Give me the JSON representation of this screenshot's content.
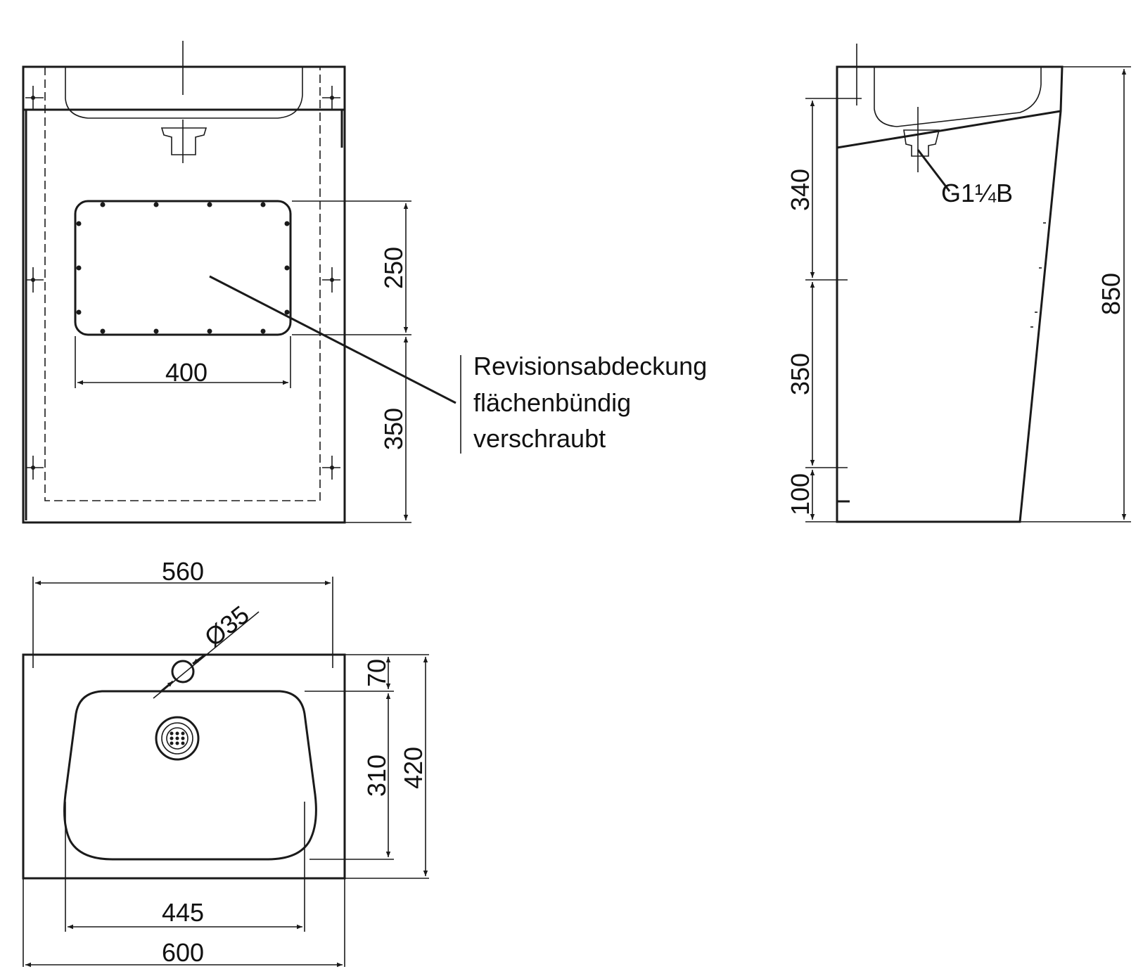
{
  "front_view": {
    "dim_opening_width": "400",
    "dim_opening_height": "250",
    "dim_lower_height": "350"
  },
  "annotation": {
    "line1": "Revisionsabdeckung",
    "line2": "flächenbündig",
    "line3": "verschraubt"
  },
  "side_view": {
    "dim_upper": "340",
    "dim_middle": "350",
    "dim_base": "100",
    "dim_total_height": "850",
    "thread_label": "G1¼B"
  },
  "top_view": {
    "dim_inner_width": "560",
    "dim_tap_hole": "Ø35",
    "dim_tap_offset": "70",
    "dim_basin_depth": "310",
    "dim_total_depth": "420",
    "dim_basin_width": "445",
    "dim_total_width": "600"
  },
  "colors": {
    "line": "#1a1a1a",
    "background": "#ffffff"
  }
}
